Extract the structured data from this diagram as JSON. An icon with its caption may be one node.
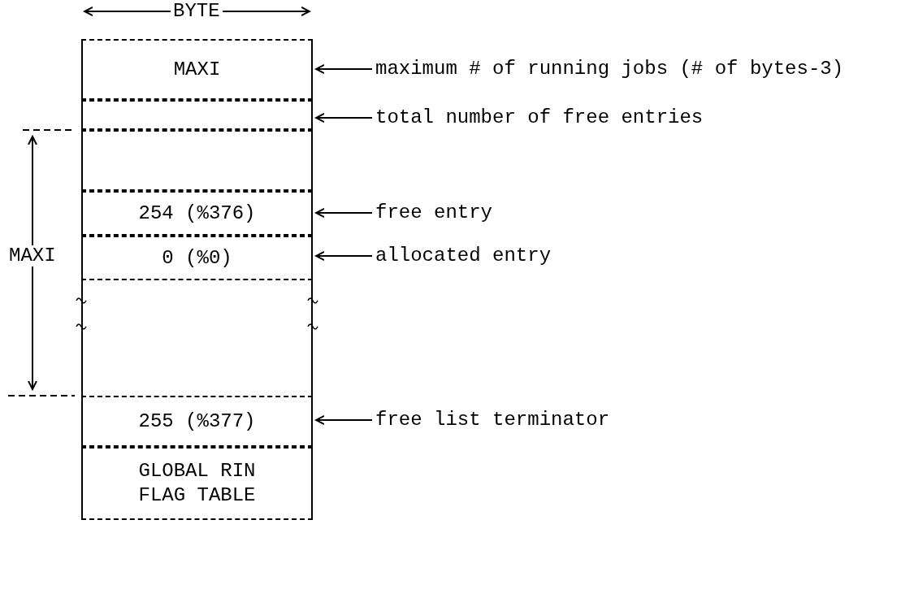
{
  "diagram": {
    "nodes": [
      {
        "text": [
          "MAXI"
        ]
      },
      {
        "text": [
          "maximum # of running jobs (# of bytes-3)"
        ]
      },
      {
        "text": [],
        "shape": "box"
      },
      {
        "text": [
          "total number of free entries"
        ]
      },
      {
        "text": [],
        "shape": "box"
      },
      {
        "text": [
          "254 (%376)"
        ]
      },
      {
        "text": [
          "free entry"
        ]
      },
      {
        "text": [
          "0 (%0)"
        ]
      },
      {
        "text": [
          "allocated entry"
        ]
      },
      {
        "text": [],
        "shape": "box"
      },
      {
        "text": [
          "255 (%377)"
        ]
      },
      {
        "text": [
          "free list terminator"
        ]
      },
      {
        "text": [
          "GLOBAL RIN FLAG TABLE"
        ]
      }
    ],
    "edges": [
      {
        "from": 1,
        "to": 0,
        "arrow": "to"
      },
      {
        "from": 3,
        "to": 2,
        "arrow": "to"
      },
      {
        "from": 6,
        "to": 5,
        "arrow": "to"
      },
      {
        "from": 8,
        "to": 7,
        "arrow": "to"
      },
      {
        "from": 11,
        "to": 10,
        "arrow": "to"
      }
    ],
    "labels": [
      "BYTE",
      "MAXI"
    ]
  }
}
